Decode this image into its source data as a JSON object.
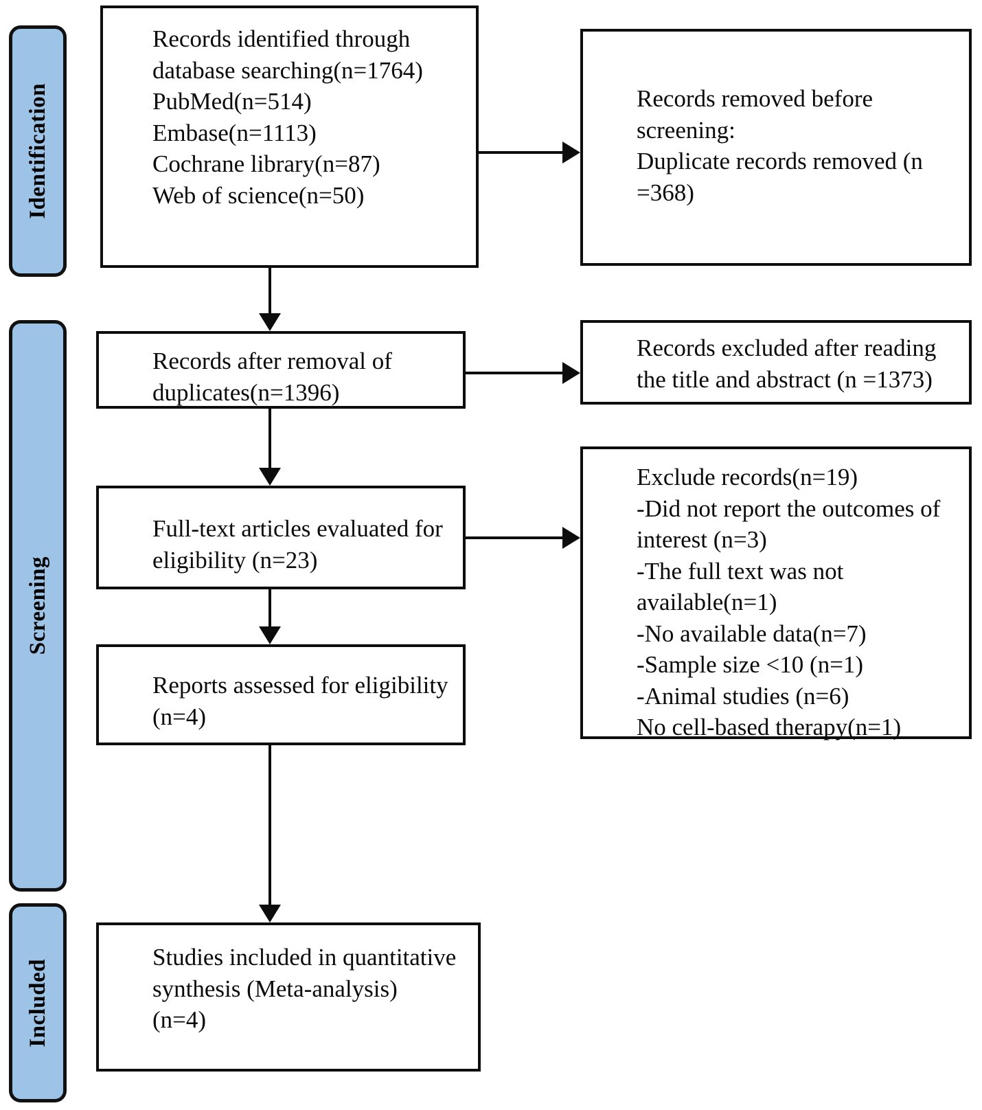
{
  "diagram": {
    "title": "PRISMA flow diagram of study selection",
    "accent_color": "#9DC3E6",
    "line_color": "#0d0d0d",
    "text_color": "#0a0a0a"
  },
  "stages": [
    {
      "id": "identification",
      "label": "Identification"
    },
    {
      "id": "screening",
      "label": "Screening"
    },
    {
      "id": "included",
      "label": "Included"
    }
  ],
  "boxes": {
    "identified": {
      "text": "Records identified through database searching(n=1764)\nPubMed(n=514)\nEmbase(n=1113)\nCochrane library(n=87)\nWeb of science(n=50)"
    },
    "removed_before_screening": {
      "text": "Records removed before screening:\nDuplicate records removed (n =368)"
    },
    "after_duplicates": {
      "text": "Records after removal of duplicates(n=1396)"
    },
    "excluded_title_abstract": {
      "text": "Records excluded after reading the title and abstract (n =1373)"
    },
    "fulltext_evaluated": {
      "text": "Full-text articles evaluated for eligibility (n=23)"
    },
    "exclude_reasons": {
      "text": "Exclude records(n=19)\n-Did not report the outcomes of interest (n=3)\n-The full text was not available(n=1)\n-No available data(n=7)\n-Sample size <10 (n=1)\n-Animal studies  (n=6)\nNo cell-based therapy(n=1)"
    },
    "reports_assessed": {
      "text": "Reports assessed for eligibility (n=4)"
    },
    "studies_included": {
      "text": "Studies included in quantitative synthesis (Meta-analysis)\n(n=4)"
    }
  },
  "counts": {
    "records_identified_total": 1764,
    "pubmed": 514,
    "embase": 1113,
    "cochrane_library": 87,
    "web_of_science": 50,
    "duplicates_removed": 368,
    "after_duplicates": 1396,
    "excluded_title_abstract": 1373,
    "fulltext_evaluated": 23,
    "excluded_fulltext_total": 19,
    "excluded_no_outcomes": 3,
    "excluded_no_fulltext": 1,
    "excluded_no_data": 7,
    "excluded_small_sample": 1,
    "excluded_animal": 6,
    "excluded_no_cell_therapy": 1,
    "reports_assessed": 4,
    "studies_included": 4
  }
}
